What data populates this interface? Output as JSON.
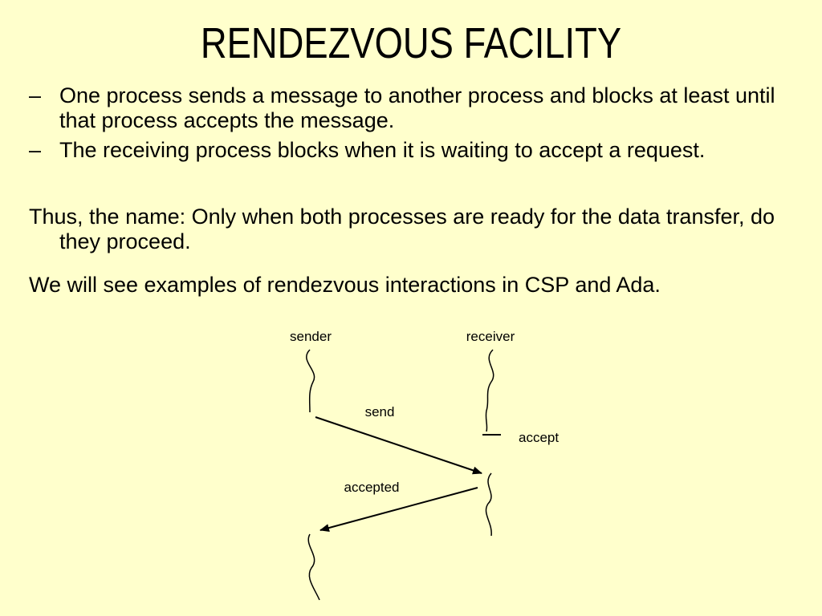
{
  "slide": {
    "title": "RENDEZVOUS FACILITY",
    "bullets": [
      {
        "marker": "–",
        "text": "One process sends a message to another process and blocks at least until that process accepts the message."
      },
      {
        "marker": "–",
        "text": "The receiving process blocks when it is waiting to accept a request."
      }
    ],
    "paragraphs": [
      "Thus, the name: Only when both processes are ready for the data transfer, do they proceed.",
      "We will see examples of rendezvous interactions in CSP and Ada."
    ]
  },
  "diagram": {
    "sender_label": "sender",
    "receiver_label": "receiver",
    "send_label": "send",
    "accept_label": "accept",
    "accepted_label": "accepted"
  },
  "colors": {
    "background": "#ffffcc",
    "text": "#000000"
  }
}
